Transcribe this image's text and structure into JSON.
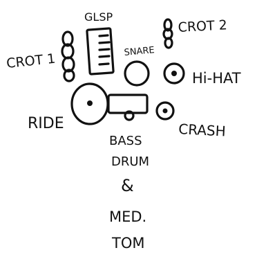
{
  "diagram": {
    "ink_color": "#111111",
    "background": "#ffffff",
    "labels": {
      "crot1": "CROT 1",
      "glsp": "GLSP",
      "snare": "SNARE",
      "crot2": "CROT 2",
      "hihat": "Hi-HAT",
      "ride": "RIDE",
      "crash": "CRASH",
      "bass_line1": "BASS",
      "bass_line2": "DRUM",
      "bass_line3": "&",
      "bass_line4": "MED.",
      "bass_line5": "TOM"
    }
  }
}
